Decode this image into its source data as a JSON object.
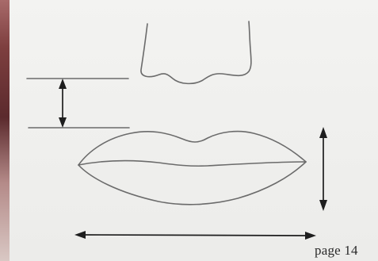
{
  "page_label": "page 14",
  "colors": {
    "paper": "#efefed",
    "pencil": "#6b6b6b",
    "arrow": "#1e1e1e",
    "left_edge": "#7e3f3f"
  },
  "elements": {
    "nose": "nose-sketch",
    "lips": "lips-sketch",
    "guides": [
      "nose-to-lip-guide-top",
      "nose-to-lip-guide-bottom"
    ],
    "arrows": [
      "vertical-spacing-arrow",
      "lip-height-arrow",
      "lip-width-arrow"
    ]
  }
}
